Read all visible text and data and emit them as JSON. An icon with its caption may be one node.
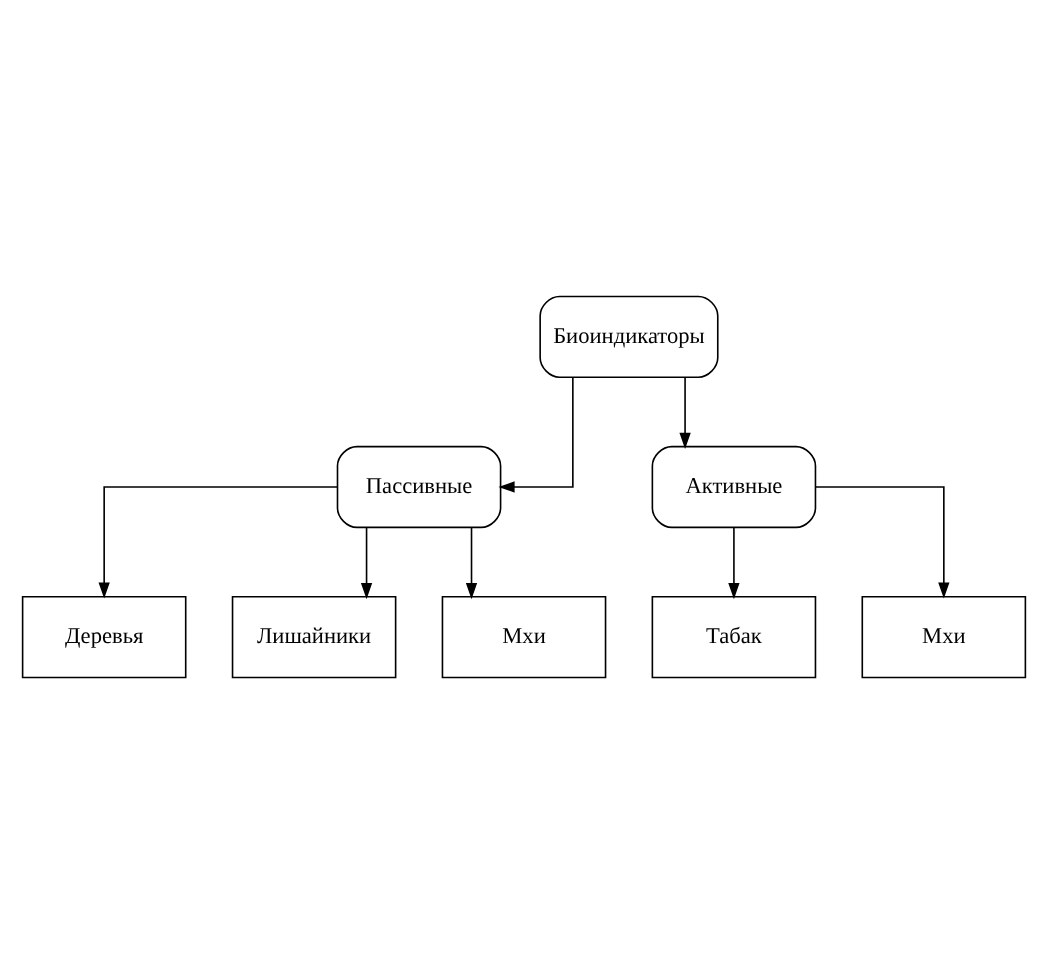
{
  "diagram": {
    "nodes": [
      {
        "text": [
          "Биоиндикаторы"
        ]
      },
      {
        "text": [
          "Пассивные"
        ]
      },
      {
        "text": [
          "Активные"
        ]
      },
      {
        "text": [
          "Деревья"
        ]
      },
      {
        "text": [
          "Лишайники"
        ]
      },
      {
        "text": [
          "Мхи"
        ]
      },
      {
        "text": [
          "Табак"
        ]
      },
      {
        "text": [
          "Мхи"
        ]
      }
    ],
    "edges": [
      {
        "from": 0,
        "to": 1,
        "arrow": "to"
      },
      {
        "from": 0,
        "to": 2,
        "arrow": "to"
      },
      {
        "from": 1,
        "to": 3,
        "arrow": "to"
      },
      {
        "from": 1,
        "to": 4,
        "arrow": "to"
      },
      {
        "from": 1,
        "to": 5,
        "arrow": "to"
      },
      {
        "from": 2,
        "to": 6,
        "arrow": "to"
      },
      {
        "from": 2,
        "to": 7,
        "arrow": "to"
      }
    ]
  }
}
